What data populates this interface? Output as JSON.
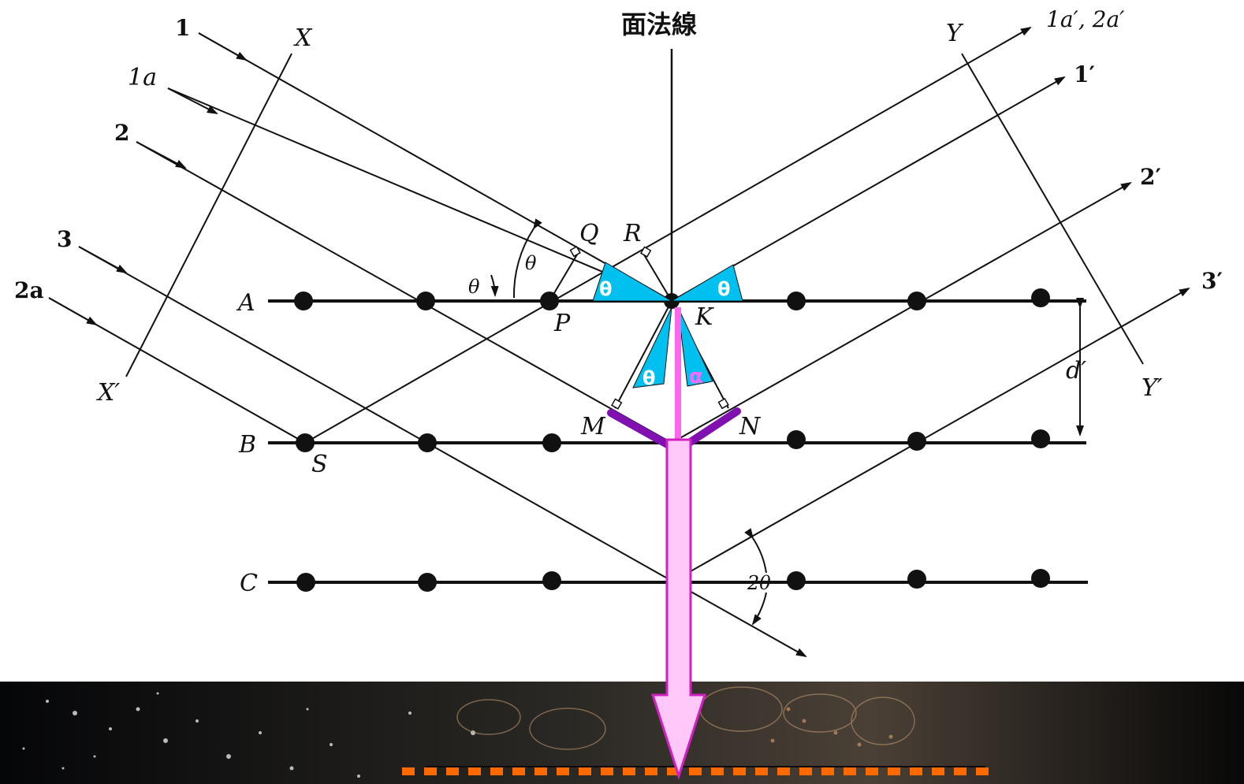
{
  "title": "面法線",
  "rows": [
    {
      "label": "A"
    },
    {
      "label": "B"
    },
    {
      "label": "C"
    }
  ],
  "points": {
    "P": "P",
    "Q": "Q",
    "R": "R",
    "K": "K",
    "M": "M",
    "N": "N",
    "S": "S"
  },
  "incident_rays": [
    "1",
    "1a",
    "2",
    "3",
    "2a"
  ],
  "reflected_rays": [
    "1a′, 2a′",
    "1′",
    "2′",
    "3′"
  ],
  "wavefronts": {
    "X": "X",
    "X_prime": "X′",
    "Y": "Y",
    "Y_prime": "Y′"
  },
  "angles": {
    "theta": "θ",
    "two_theta": "2θ",
    "alpha": "α"
  },
  "spacing": "d′",
  "colors": {
    "angle_fill": "#00c0f0",
    "normal_arrow": "#ff66ee",
    "bracket": "#8010b0",
    "big_arrow_fill": "#ffc8f8",
    "big_arrow_stroke": "#d020c0",
    "dashed_line": "#ff6a00",
    "night_sky": "#0a0c10"
  }
}
